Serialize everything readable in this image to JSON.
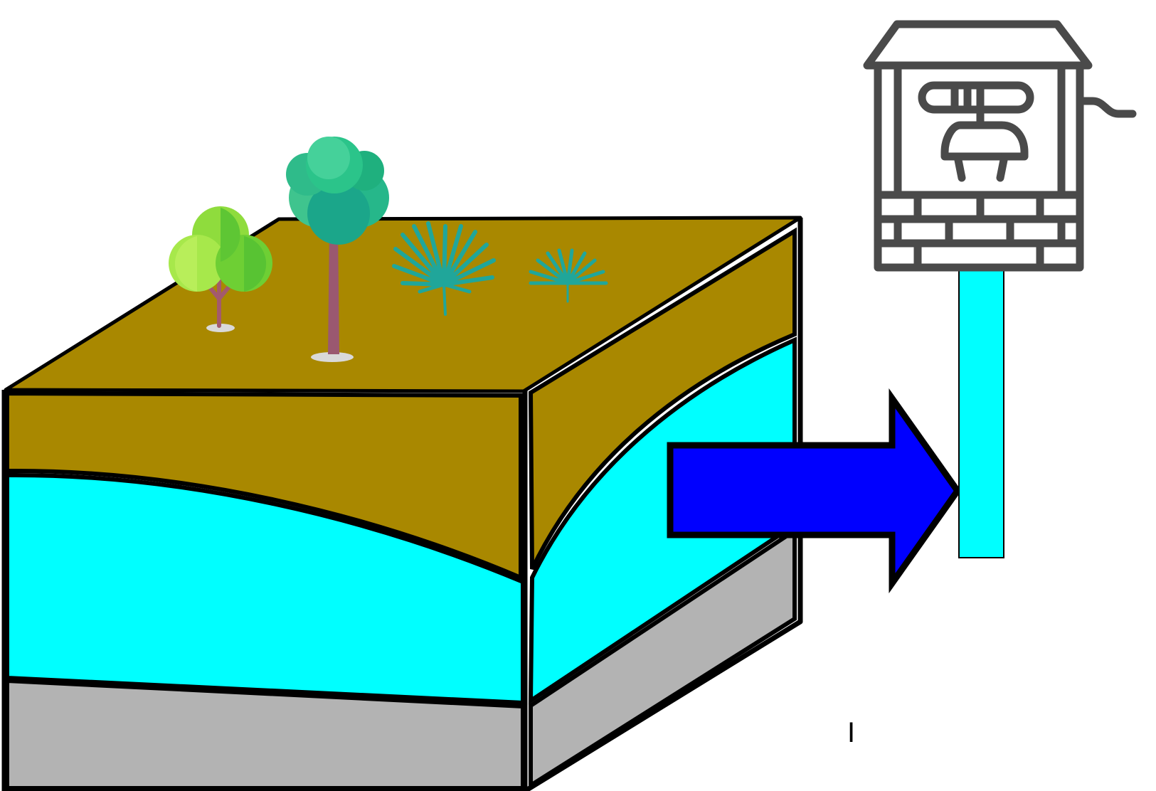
{
  "diagram": {
    "components": {
      "soil_block": "block-diagram",
      "well": "well-icon",
      "flow_arrow": "arrow-right",
      "well_pipe": "water-column"
    },
    "layers": [
      {
        "name": "topsoil",
        "color": "#a98800"
      },
      {
        "name": "aquifer",
        "color": "#00ffff"
      },
      {
        "name": "bedrock",
        "color": "#b3b3b3"
      }
    ],
    "vegetation": [
      "deciduous-tree-icon",
      "round-tree-icon",
      "fern-icon",
      "small-fern-icon"
    ],
    "colors": {
      "arrow": "#0000ff",
      "well_icon": "#4a4a4a",
      "outline": "#000000"
    },
    "stray_text": "I"
  }
}
